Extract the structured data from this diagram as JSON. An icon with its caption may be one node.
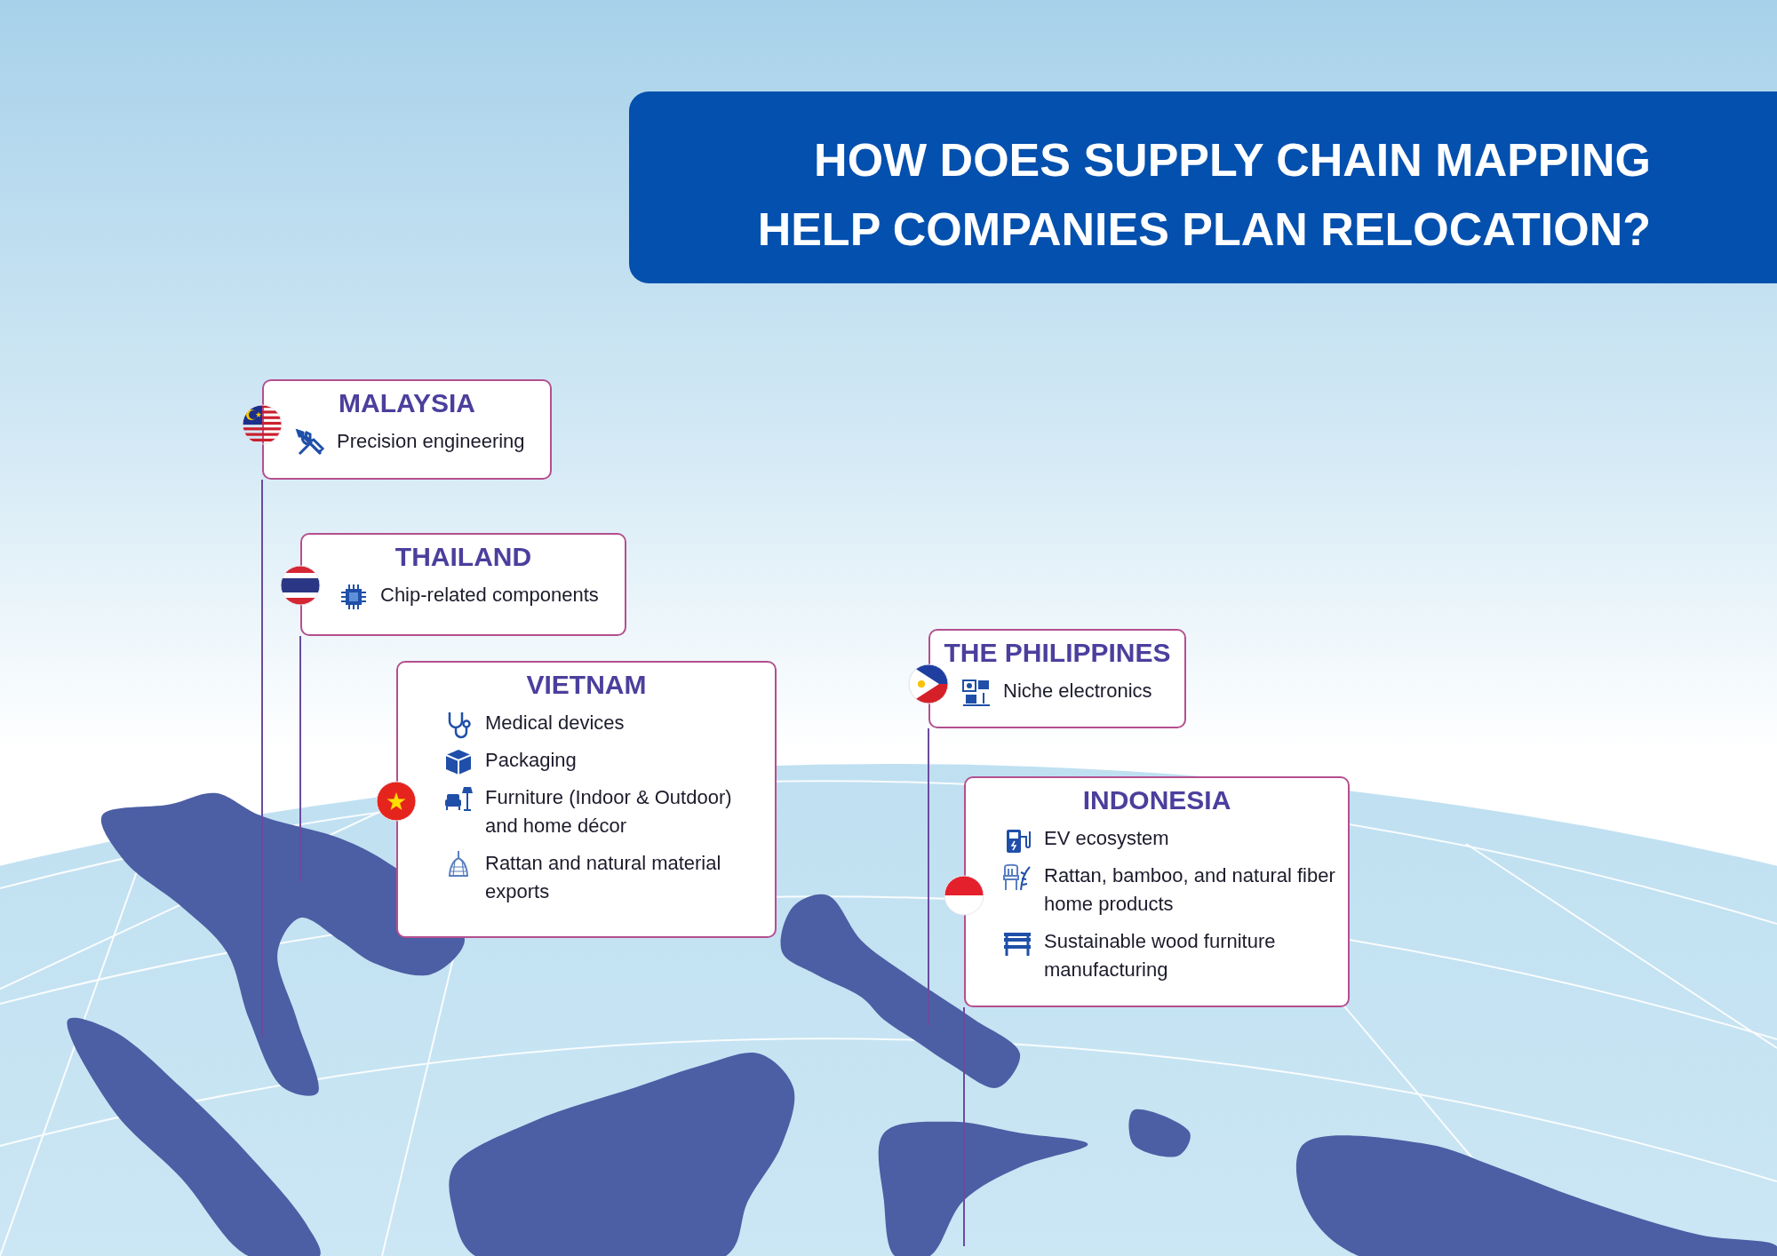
{
  "diagram": {
    "title": "HOW DOES SUPPLY CHAIN MAPPING HELP COMPANIES PLAN RELOCATION?",
    "nodes": [
      {
        "text": [
          "MALAYSIA",
          "Precision engineering"
        ]
      },
      {
        "text": [
          "THAILAND",
          "Chip-related components"
        ]
      },
      {
        "text": [
          "VIETNAM",
          "Medical devices",
          "Packaging",
          "Furniture (Indoor & Outdoor) and home décor",
          "Rattan and natural material exports"
        ]
      },
      {
        "text": [
          "THE PHILIPPINES",
          "Niche electronics"
        ]
      },
      {
        "text": [
          "INDONESIA",
          "EV ecosystem",
          "Rattan, bamboo, and natural fiber home products",
          "Sustainable wood furniture manufacturing"
        ]
      },
      {
        "text": [],
        "shape": "picture"
      },
      {
        "text": [],
        "shape": "picture"
      },
      {
        "text": [],
        "shape": "picture"
      }
    ],
    "edges": [
      {
        "from": 0,
        "to": 5,
        "arrow": "none"
      },
      {
        "from": 1,
        "to": 5,
        "arrow": "none"
      },
      {
        "from": 3,
        "to": 6,
        "arrow": "none"
      },
      {
        "from": 4,
        "to": 7,
        "arrow": "none"
      }
    ]
  }
}
